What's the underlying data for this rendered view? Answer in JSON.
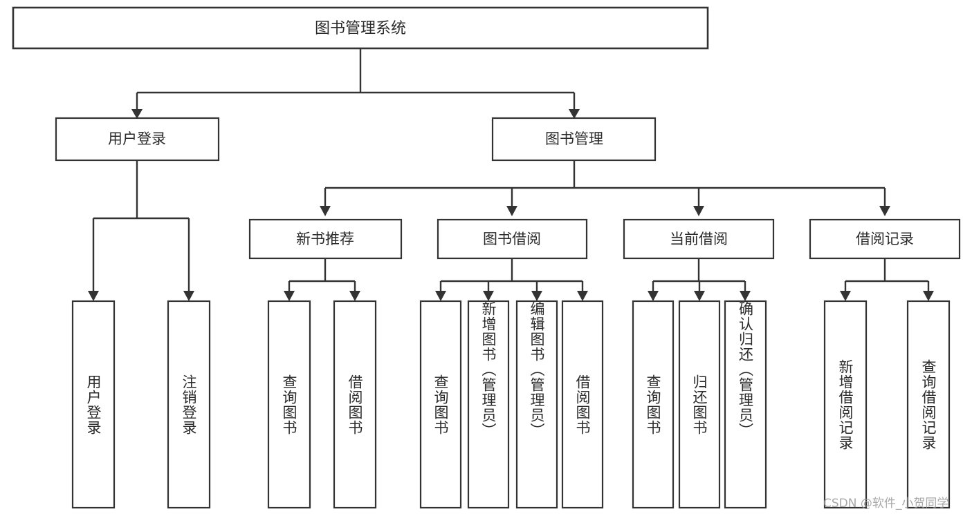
{
  "diagram": {
    "type": "tree-hierarchy-chart",
    "title": "图书管理系统",
    "watermark": "CSDN @软件_小贺同学",
    "colors": {
      "background": "#ffffff",
      "stroke": "#333333",
      "text": "#2b2b2b",
      "watermark": "#9a9a9a"
    },
    "levels": {
      "level1": [
        {
          "id": "root",
          "label": "图书管理系统"
        }
      ],
      "level2": [
        {
          "id": "user-login",
          "label": "用户登录"
        },
        {
          "id": "book-manage",
          "label": "图书管理"
        }
      ],
      "level3": [
        {
          "id": "new-book-recommend",
          "label": "新书推荐",
          "parent": "book-manage"
        },
        {
          "id": "book-borrow",
          "label": "图书借阅",
          "parent": "book-manage"
        },
        {
          "id": "current-borrow",
          "label": "当前借阅",
          "parent": "book-manage"
        },
        {
          "id": "borrow-record",
          "label": "借阅记录",
          "parent": "book-manage"
        }
      ],
      "level4": [
        {
          "id": "leaf-user-login",
          "label": "用户登录",
          "parent": "user-login"
        },
        {
          "id": "leaf-logout",
          "label": "注销登录",
          "parent": "user-login"
        },
        {
          "id": "leaf-query-book-1",
          "label": "查询图书",
          "parent": "new-book-recommend"
        },
        {
          "id": "leaf-borrow-book-1",
          "label": "借阅图书",
          "parent": "new-book-recommend"
        },
        {
          "id": "leaf-query-book-2",
          "label": "查询图书",
          "parent": "book-borrow"
        },
        {
          "id": "leaf-add-book",
          "label": "新增图书（管理员）",
          "parent": "book-borrow"
        },
        {
          "id": "leaf-edit-book",
          "label": "编辑图书（管理员）",
          "parent": "book-borrow"
        },
        {
          "id": "leaf-borrow-book-2",
          "label": "借阅图书",
          "parent": "book-borrow"
        },
        {
          "id": "leaf-query-book-3",
          "label": "查询图书",
          "parent": "current-borrow"
        },
        {
          "id": "leaf-return-book",
          "label": "归还图书",
          "parent": "current-borrow"
        },
        {
          "id": "leaf-confirm-return",
          "label": "确认归还（管理员）",
          "parent": "current-borrow"
        },
        {
          "id": "leaf-add-record",
          "label": "新增借阅记录",
          "parent": "borrow-record"
        },
        {
          "id": "leaf-query-record",
          "label": "查询借阅记录",
          "parent": "borrow-record"
        }
      ]
    }
  }
}
